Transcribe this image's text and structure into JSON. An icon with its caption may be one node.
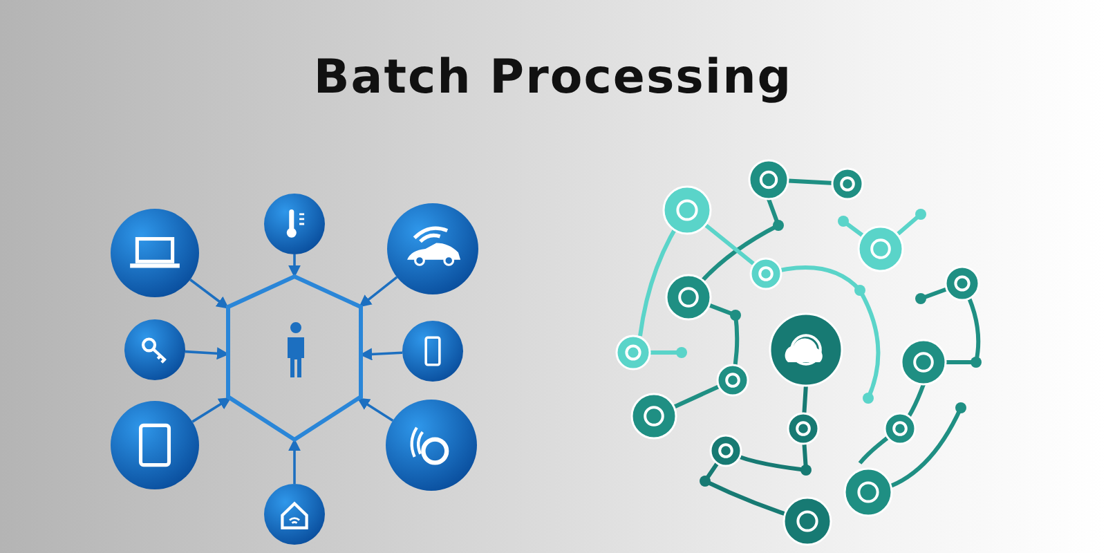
{
  "diagram": {
    "title": "Batch Processing",
    "nodes": [
      {
        "text": [],
        "shape": "circle"
      },
      {
        "text": [],
        "shape": "circle"
      },
      {
        "text": [],
        "shape": "circle"
      },
      {
        "text": [],
        "shape": "circle"
      },
      {
        "text": [],
        "shape": "hexagon"
      },
      {
        "text": [],
        "shape": "circle"
      },
      {
        "text": [],
        "shape": "circle"
      },
      {
        "text": [],
        "shape": "circle"
      },
      {
        "text": [],
        "shape": "circle"
      }
    ],
    "edges": [
      {
        "from": 0,
        "to": 4,
        "arrow": "to"
      },
      {
        "from": 1,
        "to": 4,
        "arrow": "to"
      },
      {
        "from": 2,
        "to": 4,
        "arrow": "to"
      },
      {
        "from": 3,
        "to": 4,
        "arrow": "to"
      },
      {
        "from": 5,
        "to": 4,
        "arrow": "to"
      },
      {
        "from": 6,
        "to": 4,
        "arrow": "to"
      },
      {
        "from": 7,
        "to": 4,
        "arrow": "to"
      },
      {
        "from": 8,
        "to": 4,
        "arrow": "to"
      }
    ]
  }
}
